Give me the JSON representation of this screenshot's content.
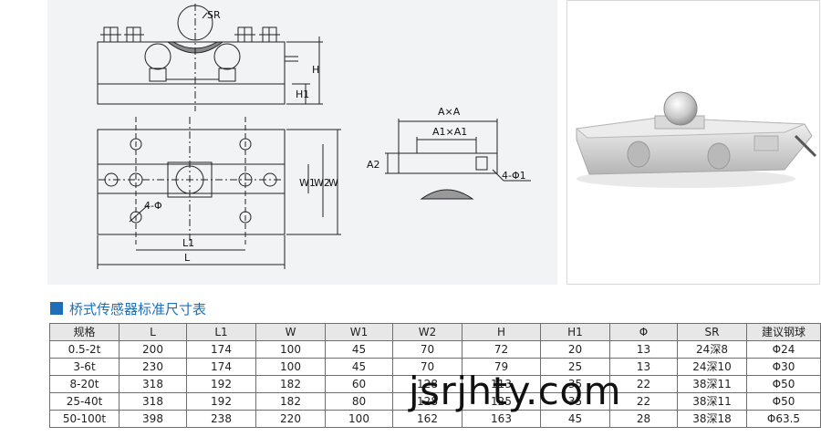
{
  "drawing": {
    "labels": {
      "sr": "SR",
      "h": "H",
      "h1": "H1",
      "w1": "W1",
      "w2": "W2",
      "w": "W",
      "l1": "L1",
      "l": "L",
      "four_phi": "4-Φ",
      "axa": "A×A",
      "a1xa1": "A1×A1",
      "a2": "A2",
      "four_phi1": "4-Φ1"
    }
  },
  "section": {
    "title": "桥式传感器标准尺寸表"
  },
  "table": {
    "headers": [
      "规格",
      "L",
      "L1",
      "W",
      "W1",
      "W2",
      "H",
      "H1",
      "Φ",
      "SR",
      "建议钢球"
    ],
    "rows": [
      [
        "0.5-2t",
        "200",
        "174",
        "100",
        "45",
        "70",
        "72",
        "20",
        "13",
        "24深8",
        "Φ24"
      ],
      [
        "3-6t",
        "230",
        "174",
        "100",
        "45",
        "70",
        "79",
        "25",
        "13",
        "24深10",
        "Φ30"
      ],
      [
        "8-20t",
        "318",
        "192",
        "182",
        "60",
        "128",
        "113",
        "35",
        "22",
        "38深11",
        "Φ50"
      ],
      [
        "25-40t",
        "318",
        "192",
        "182",
        "80",
        "128",
        "125",
        "35",
        "22",
        "38深11",
        "Φ50"
      ],
      [
        "50-100t",
        "398",
        "238",
        "220",
        "100",
        "162",
        "163",
        "45",
        "28",
        "38深18",
        "Φ63.5"
      ]
    ]
  },
  "watermark": {
    "text": "jsrjhty.com"
  },
  "colors": {
    "accent": "#1e6fb8",
    "header_bg": "#e7e7e7",
    "drawing_bg": "#f2f3f5"
  }
}
